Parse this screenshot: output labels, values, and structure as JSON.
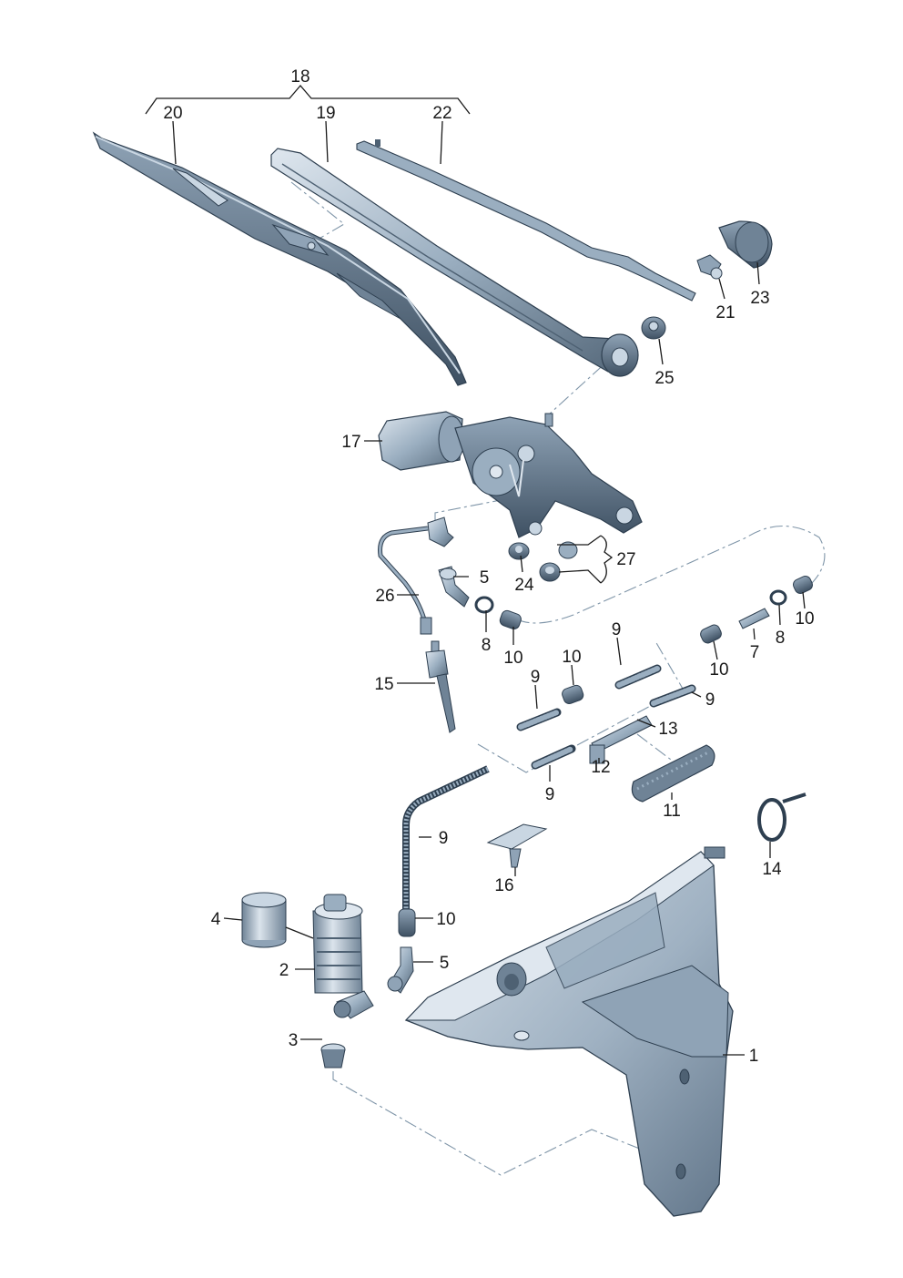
{
  "labels": {
    "p1": "1",
    "p2": "2",
    "p3": "3",
    "p4": "4",
    "p5a": "5",
    "p5b": "5",
    "p7": "7",
    "p8a": "8",
    "p8b": "8",
    "p9a": "9",
    "p9b": "9",
    "p9c": "9",
    "p9d": "9",
    "p9e": "9",
    "p10a": "10",
    "p10b": "10",
    "p10c": "10",
    "p10d": "10",
    "p10e": "10",
    "p11": "11",
    "p12": "12",
    "p13": "13",
    "p14": "14",
    "p15": "15",
    "p16": "16",
    "p17": "17",
    "p18": "18",
    "p19": "19",
    "p20": "20",
    "p21": "21",
    "p22": "22",
    "p23": "23",
    "p24": "24",
    "p25": "25",
    "p26": "26",
    "p27": "27"
  },
  "colors": {
    "part_light": "#c9d6e2",
    "part_mid": "#8fa3b6",
    "part_dark": "#4e6173",
    "outline": "#2e3f50",
    "dash_line": "#7f95a8",
    "label_text": "#1a1a1a"
  }
}
